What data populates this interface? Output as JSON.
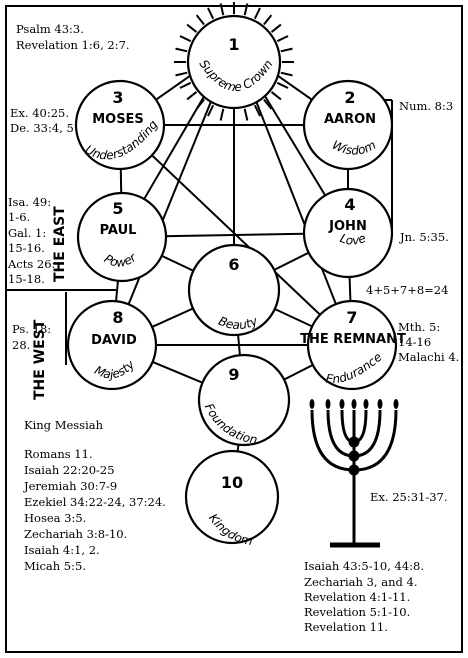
{
  "colors": {
    "ink": "#000000",
    "paper": "#ffffff"
  },
  "sephirot": {
    "s1": {
      "number": "1",
      "name": "",
      "attribute": "Supreme Crown"
    },
    "s2": {
      "number": "2",
      "name": "AARON",
      "attribute": "Wisdom"
    },
    "s3": {
      "number": "3",
      "name": "MOSES",
      "attribute": "Understanding"
    },
    "s4": {
      "number": "4",
      "name": "JOHN",
      "attribute": "Love"
    },
    "s5": {
      "number": "5",
      "name": "PAUL",
      "attribute": "Power"
    },
    "s6": {
      "number": "6",
      "name": "",
      "attribute": "Beauty"
    },
    "s7": {
      "number": "7",
      "name": "THE REMNANT",
      "attribute": "Endurance"
    },
    "s8": {
      "number": "8",
      "name": "DAVID",
      "attribute": "Majesty"
    },
    "s9": {
      "number": "9",
      "name": "",
      "attribute": "Foundation"
    },
    "s10": {
      "number": "10",
      "name": "",
      "attribute": "Kingdom"
    }
  },
  "labels": {
    "the_east": "THE EAST",
    "the_west": "THE WEST",
    "sum": "4+5+7+8=24"
  },
  "refs": {
    "crown": [
      "Psalm 43:3.",
      "Revelation 1:6, 2:7."
    ],
    "moses": [
      "Ex. 40:25.",
      "De. 33:4, 5"
    ],
    "aaron": [
      "Num. 8:3"
    ],
    "paul": [
      "Isa. 49:",
      "1-6.",
      "Gal. 1:",
      "15-16.",
      "Acts 26:",
      "15-18."
    ],
    "john": [
      "Jn. 5:35."
    ],
    "david": [
      "Ps. 18:",
      "28."
    ],
    "remnant": [
      "Mth. 5:",
      "14-16",
      "Malachi 4."
    ],
    "menorah": [
      "Ex. 25:31-37."
    ],
    "king_messiah_title": "King Messiah",
    "king_messiah": [
      "Romans 11.",
      "Isaiah 22:20-25",
      "Jeremiah 30:7-9",
      "Ezekiel 34:22-24, 37:24.",
      "Hosea 3:5.",
      "Zechariah 3:8-10.",
      "Isaiah 4:1, 2.",
      "Micah 5:5."
    ],
    "bottom": [
      "Isaiah 43:5-10, 44:8.",
      "Zechariah 3, and 4.",
      "Revelation 4:1-11.",
      "Revelation 5:1-10.",
      "Revelation 11."
    ]
  }
}
